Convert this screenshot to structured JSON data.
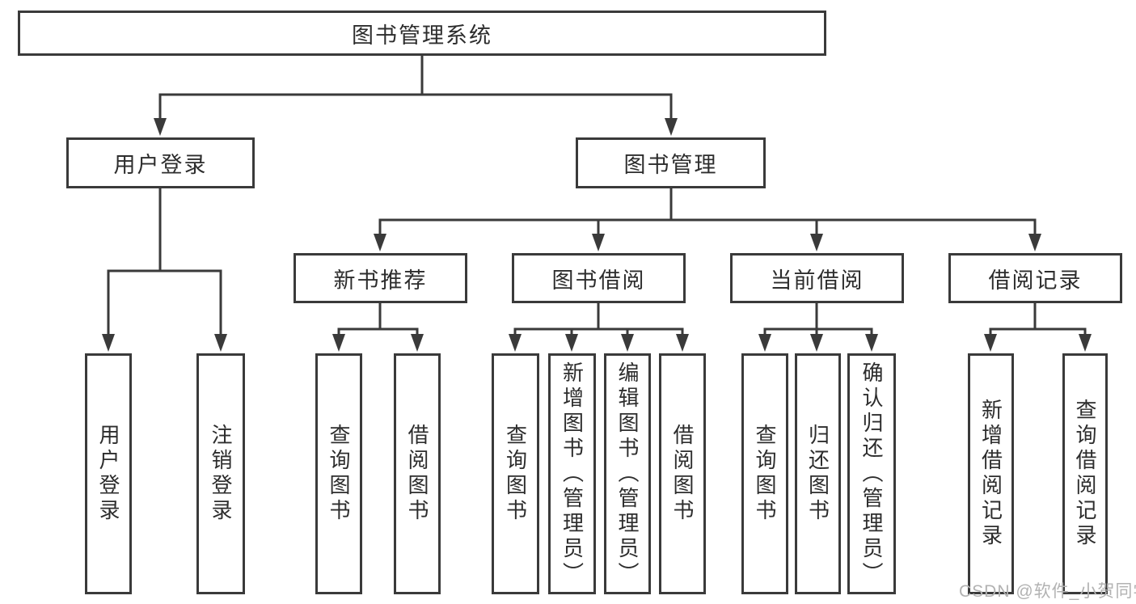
{
  "diagram": {
    "type": "hierarchy-tree",
    "colors": {
      "line": "#3a3a3a",
      "box_border": "#3a3a3a",
      "box_background": "#ffffff",
      "text": "#2d2d2d",
      "watermark": "#b2b2b2"
    }
  },
  "watermark": {
    "text": "CSDN @软件_小贺同学"
  },
  "nodes": {
    "root": {
      "label": "图书管理系统"
    },
    "level2": [
      {
        "label": "用户登录",
        "parent": "图书管理系统"
      },
      {
        "label": "图书管理",
        "parent": "图书管理系统"
      }
    ],
    "level3": [
      {
        "label": "新书推荐",
        "parent": "图书管理"
      },
      {
        "label": "图书借阅",
        "parent": "图书管理"
      },
      {
        "label": "当前借阅",
        "parent": "图书管理"
      },
      {
        "label": "借阅记录",
        "parent": "图书管理"
      }
    ],
    "level4": [
      {
        "label": "用户登录",
        "parent": "用户登录"
      },
      {
        "label": "注销登录",
        "parent": "用户登录"
      },
      {
        "label": "查询图书",
        "parent": "新书推荐"
      },
      {
        "label": "借阅图书",
        "parent": "新书推荐"
      },
      {
        "label": "查询图书",
        "parent": "图书借阅"
      },
      {
        "label": "新增图书（管理员）",
        "parent": "图书借阅"
      },
      {
        "label": "编辑图书（管理员）",
        "parent": "图书借阅"
      },
      {
        "label": "借阅图书",
        "parent": "图书借阅"
      },
      {
        "label": "查询图书",
        "parent": "当前借阅"
      },
      {
        "label": "归还图书",
        "parent": "当前借阅"
      },
      {
        "label": "确认归还（管理员）",
        "parent": "当前借阅"
      },
      {
        "label": "新增借阅记录",
        "parent": "借阅记录"
      },
      {
        "label": "查询借阅记录",
        "parent": "借阅记录"
      }
    ]
  }
}
